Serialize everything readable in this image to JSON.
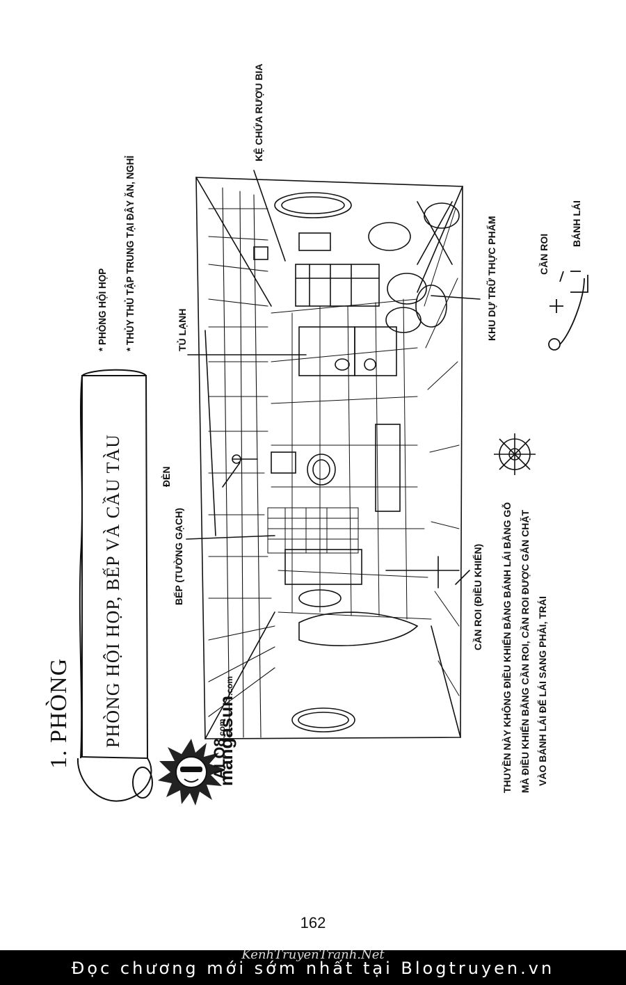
{
  "chapter_title": "1. PHÒNG",
  "scroll_title": "PHÒNG HỘI HỌP, BẾP VÀ CẦU TÀU",
  "notes": [
    "* PHÒNG HỘI HỌP",
    "* THỦY THỦ TẬP TRUNG TẠI ĐÂY ĂN, NGHỈ"
  ],
  "labels": {
    "ke_chua_ruou": "KỆ CHỨA RƯỢU BIA",
    "tu_lanh": "TỦ LẠNH",
    "den": "ĐÈN",
    "bep": "BẾP (TƯỜNG GẠCH)",
    "can_roi_dieu_khien": "CẦN ROI (ĐIỀU KHIỂN)",
    "khu_du_tru": "KHU DỰ TRỮ THỰC PHẨM",
    "can_roi": "CẦN ROI",
    "banh_lai": "BÁNH LÁI"
  },
  "caption_lines": [
    "THUYỀN NÀY KHÔNG ĐIỀU KHIỂN BẰNG BÁNH LÁI BẰNG GỖ",
    "MÀ ĐIỀU KHIỂN BẰNG CẦN ROI, CẦN ROI ĐƯỢC GẮN CHẶT",
    "VÀO BÁNH LÁI ĐỂ LÁI SANG PHẢI, TRÁI"
  ],
  "logo": {
    "line1": "ALO8",
    "line1_suffix": ".com",
    "line2": "mangasun",
    "line2_suffix": ".com"
  },
  "page_number": "162",
  "footer": {
    "text": "Đọc chương mới sớm nhất tại Blogtruyen.vn",
    "watermark": "KenhTruyenTranh.Net"
  }
}
